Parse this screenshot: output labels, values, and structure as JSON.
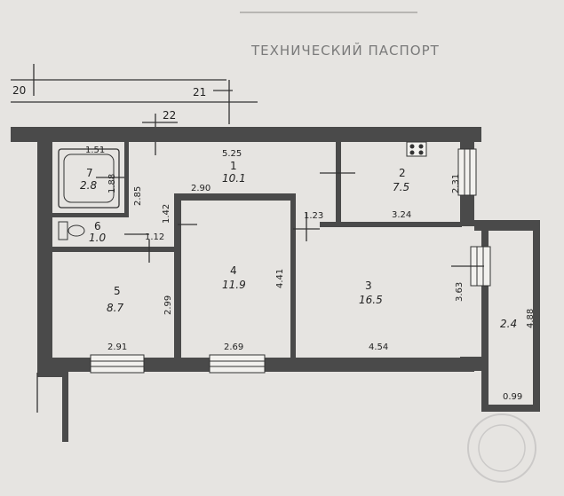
{
  "header": {
    "title": "ТЕХНИЧЕСКИЙ ПАСПОРТ"
  },
  "rooms": [
    {
      "id": "1",
      "area": "10.1"
    },
    {
      "id": "2",
      "area": "7.5"
    },
    {
      "id": "3",
      "area": "16.5"
    },
    {
      "id": "4",
      "area": "11.9"
    },
    {
      "id": "5",
      "area": "8.7"
    },
    {
      "id": "6",
      "area": "1.0"
    },
    {
      "id": "7",
      "area": "2.8"
    },
    {
      "id": "",
      "area": "2.4"
    }
  ],
  "grid_labels": [
    "20",
    "21",
    "22"
  ],
  "dimensions": [
    "5.25",
    "2.90",
    "2.85",
    "1.51",
    "1.88",
    "1.42",
    "1.12",
    "1.23",
    "2.31",
    "3.24",
    "2.99",
    "4.41",
    "3.63",
    "4.88",
    "2.91",
    "2.69",
    "4.54",
    "0.99"
  ],
  "colors": {
    "paper": "#e6e4e1",
    "wall": "#4a4a4a",
    "line": "#333333"
  },
  "icons": [
    "stove-icon",
    "bathtub-icon",
    "toilet-icon",
    "balcony-door-icon",
    "window-icon"
  ]
}
